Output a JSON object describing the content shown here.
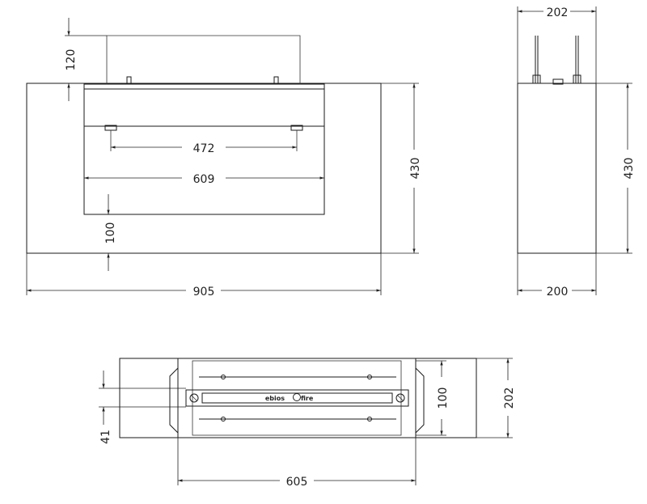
{
  "front_view": {
    "dims": {
      "top_height": "120",
      "inner_width": "472",
      "opening_width": "609",
      "bottom_margin": "100",
      "total_width": "905",
      "total_height": "430"
    }
  },
  "side_view": {
    "dims": {
      "top_width": "202",
      "height": "430",
      "bottom_width": "200"
    }
  },
  "top_view": {
    "logo": "ebios",
    "logo_suffix": "fire",
    "dims": {
      "left_small": "41",
      "inner_height": "100",
      "total_depth": "202",
      "width": "605"
    }
  }
}
